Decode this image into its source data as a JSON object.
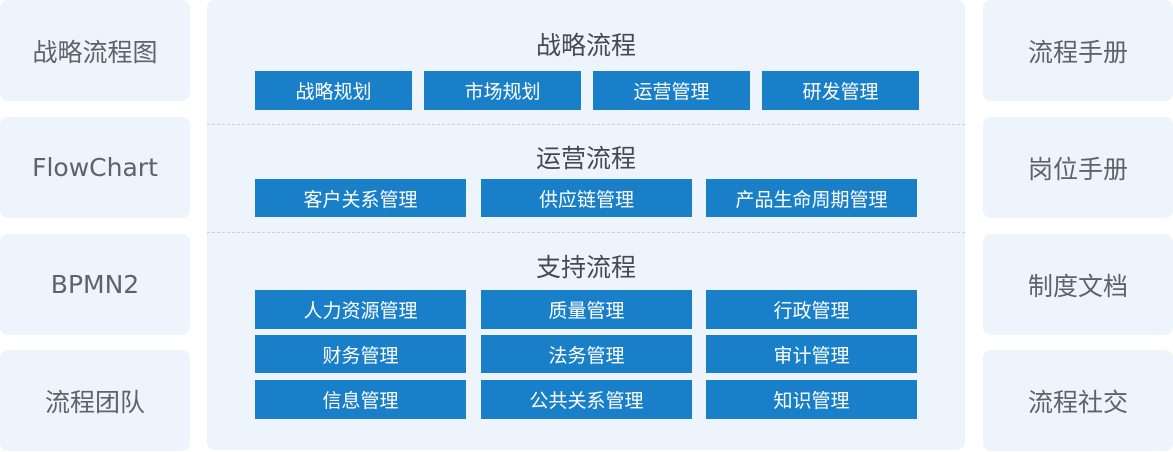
{
  "left_items": [
    "战略流程图",
    "FlowChart",
    "BPMN2",
    "流程团队"
  ],
  "right_items": [
    "流程手册",
    "岗位手册",
    "制度文档",
    "流程社交"
  ],
  "sections": [
    {
      "title": "战略流程",
      "rows": [
        [
          "战略规划",
          "市场规划",
          "运营管理",
          "研发管理"
        ]
      ]
    },
    {
      "title": "运营流程",
      "rows": [
        [
          "客户关系管理",
          "供应链管理",
          "产品生命周期管理"
        ]
      ]
    },
    {
      "title": "支持流程",
      "rows": [
        [
          "人力资源管理",
          "质量管理",
          "行政管理"
        ],
        [
          "财务管理",
          "法务管理",
          "审计管理"
        ],
        [
          "信息管理",
          "公共关系管理",
          "知识管理"
        ]
      ]
    }
  ],
  "colors": {
    "button": "#1a7fc9",
    "panel": "#eef4fb",
    "text": "#5f6368"
  }
}
